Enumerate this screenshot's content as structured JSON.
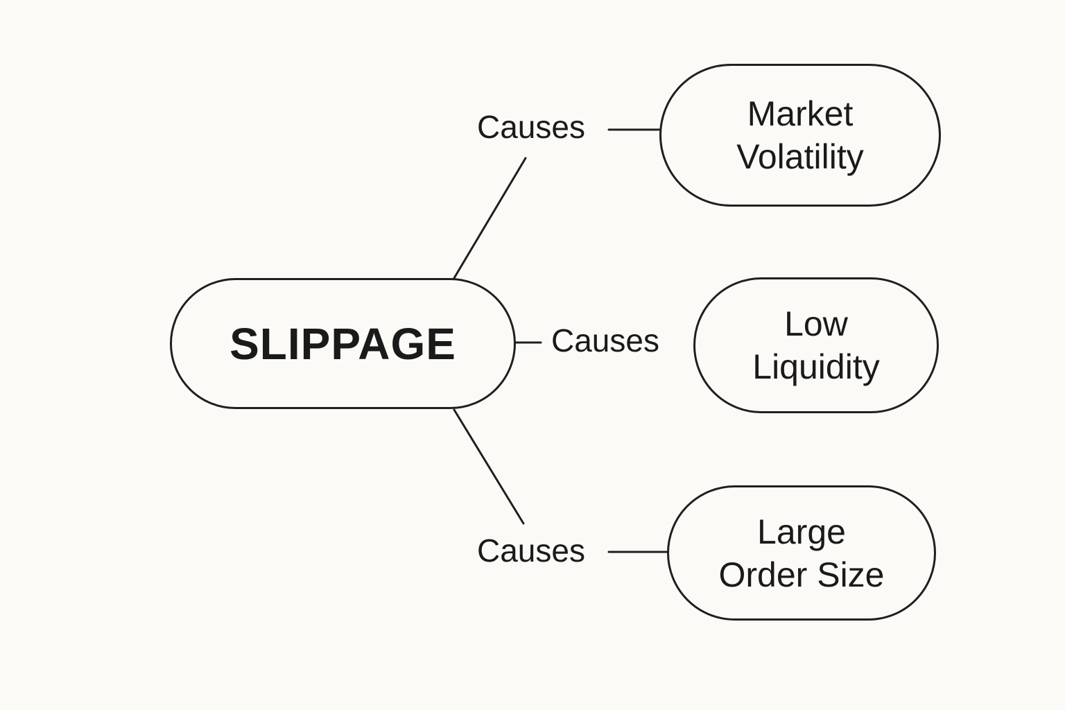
{
  "diagram": {
    "center_node": {
      "label": "SLIPPAGE"
    },
    "edge_label": "Causes",
    "causes": [
      {
        "id": "volatility",
        "line1": "Market",
        "line2": "Volatility"
      },
      {
        "id": "liquidity",
        "line1": "Low",
        "line2": "Liquidity"
      },
      {
        "id": "ordersize",
        "line1": "Large",
        "line2": "Order Size"
      }
    ]
  },
  "colors": {
    "background": "#fbfaf6",
    "stroke": "#1f1f1f",
    "text": "#1a1a1a"
  }
}
